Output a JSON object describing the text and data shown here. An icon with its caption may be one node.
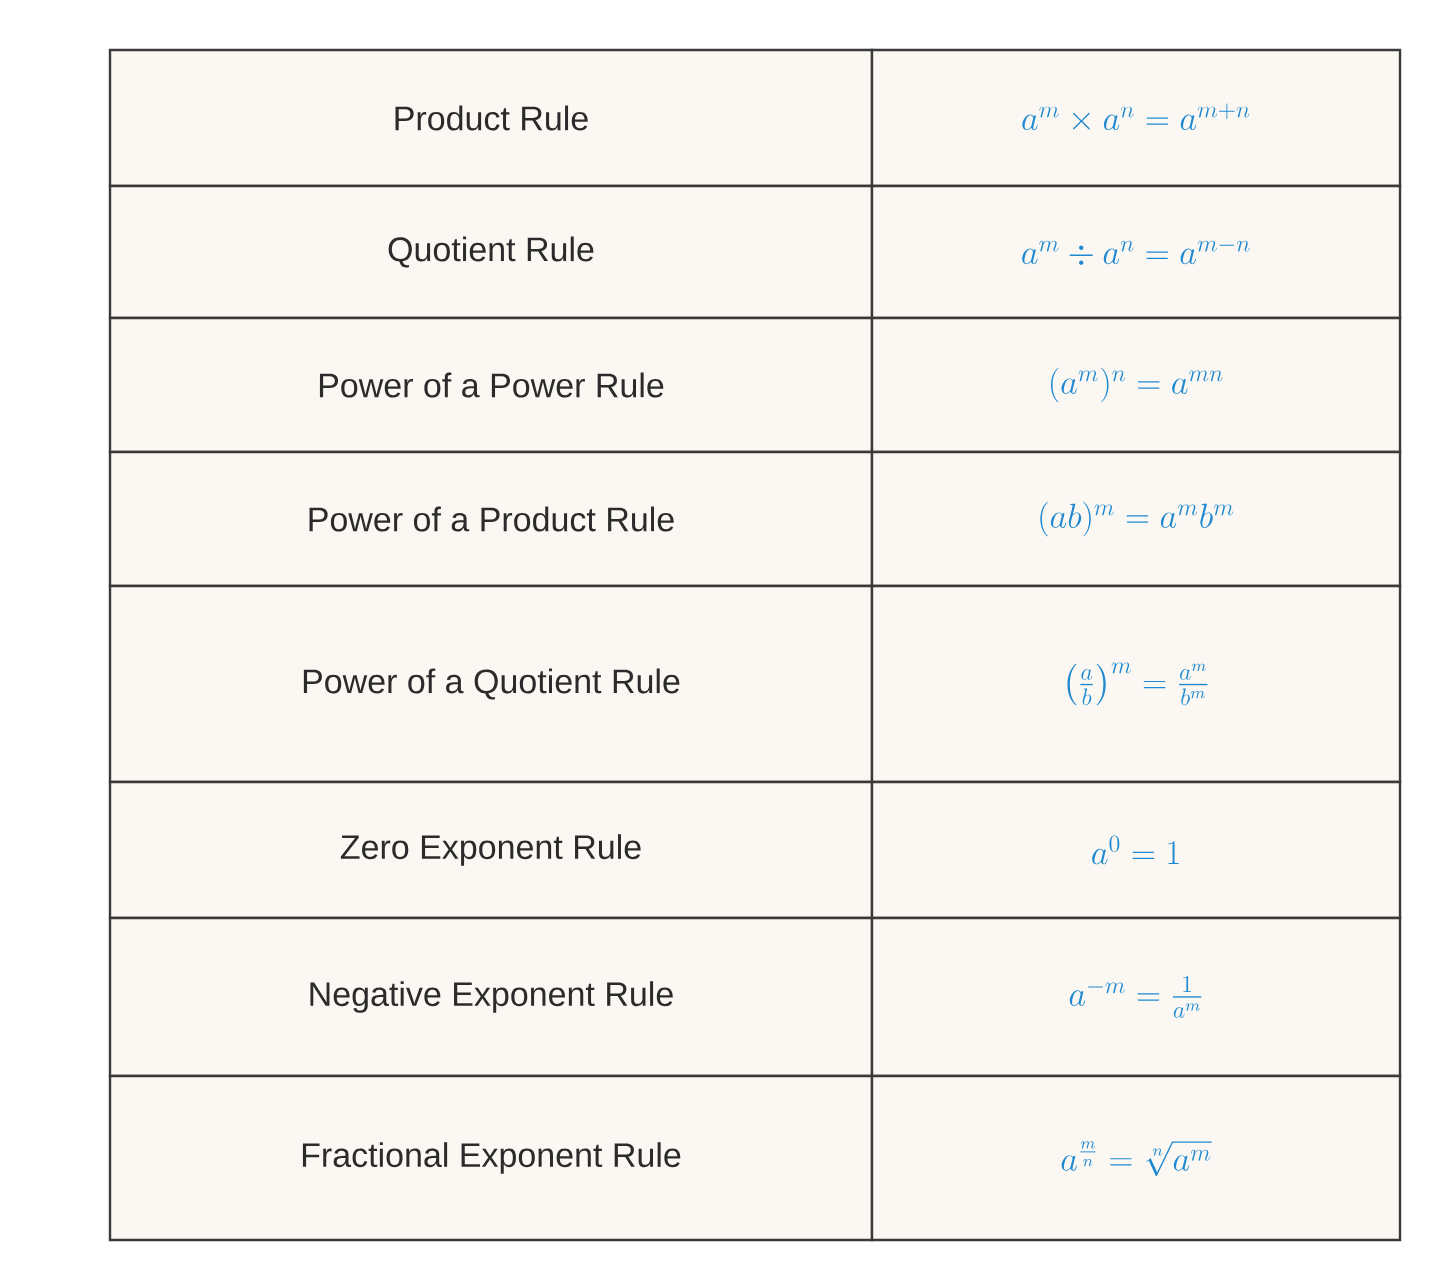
{
  "diagram": {
    "labels": [
      "Product Rule",
      "a^{m} \\times a^{n} = a^{m+n}",
      "Quotient Rule",
      "a^{m} \\div a^{n} = a^{m-n}",
      "Power of a Power Rule",
      "(a^{m})^{n} = a^{mn}",
      "Power of a Product Rule",
      "(ab)^{m} = a^{m}b^{m}",
      "Power of a Quotient Rule",
      "\\left(\\frac{a}{b}\\right)^{m} = \\frac{a^{m}}{b^{m}}",
      "Zero Exponent Rule",
      "a^{0} = 1",
      "Negative Exponent Rule",
      "a^{-m} = \\frac{1}{a^{m}}",
      "Fractional Exponent Rule",
      "a^{\\frac{m}{n}} = \\sqrt[n]{a^{m}}"
    ]
  }
}
